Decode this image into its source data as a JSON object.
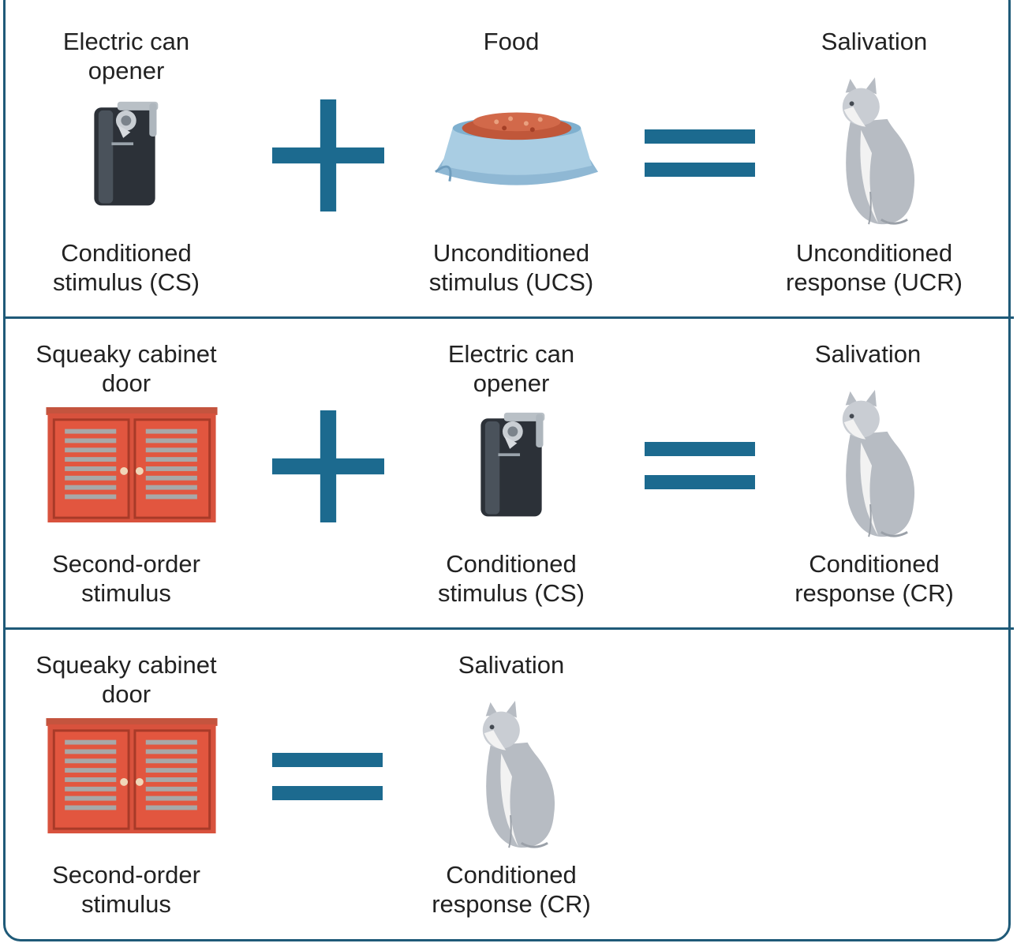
{
  "colors": {
    "border": "#1f5a78",
    "operator": "#1c6a8f"
  },
  "rows": [
    {
      "items": [
        {
          "top": "Electric can\nopener",
          "icon": "can-opener-icon",
          "bottom": "Conditioned\nstimulus (CS)"
        },
        {
          "top": "Food",
          "icon": "food-bowl-icon",
          "bottom": "Unconditioned\nstimulus (UCS)"
        },
        {
          "top": "Salivation",
          "icon": "cat-icon",
          "bottom": "Unconditioned\nresponse (UCR)"
        }
      ],
      "operators": [
        "plus",
        "equals"
      ]
    },
    {
      "items": [
        {
          "top": "Squeaky cabinet\ndoor",
          "icon": "cabinet-door-icon",
          "bottom": "Second-order\nstimulus"
        },
        {
          "top": "Electric can\nopener",
          "icon": "can-opener-icon",
          "bottom": "Conditioned\nstimulus (CS)"
        },
        {
          "top": "Salivation",
          "icon": "cat-icon",
          "bottom": "Conditioned\nresponse (CR)"
        }
      ],
      "operators": [
        "plus",
        "equals"
      ]
    },
    {
      "items": [
        {
          "top": "Squeaky cabinet\ndoor",
          "icon": "cabinet-door-icon",
          "bottom": "Second-order\nstimulus"
        },
        {
          "top": "Salivation",
          "icon": "cat-icon",
          "bottom": "Conditioned\nresponse (CR)"
        }
      ],
      "operators": [
        "equals"
      ]
    }
  ]
}
